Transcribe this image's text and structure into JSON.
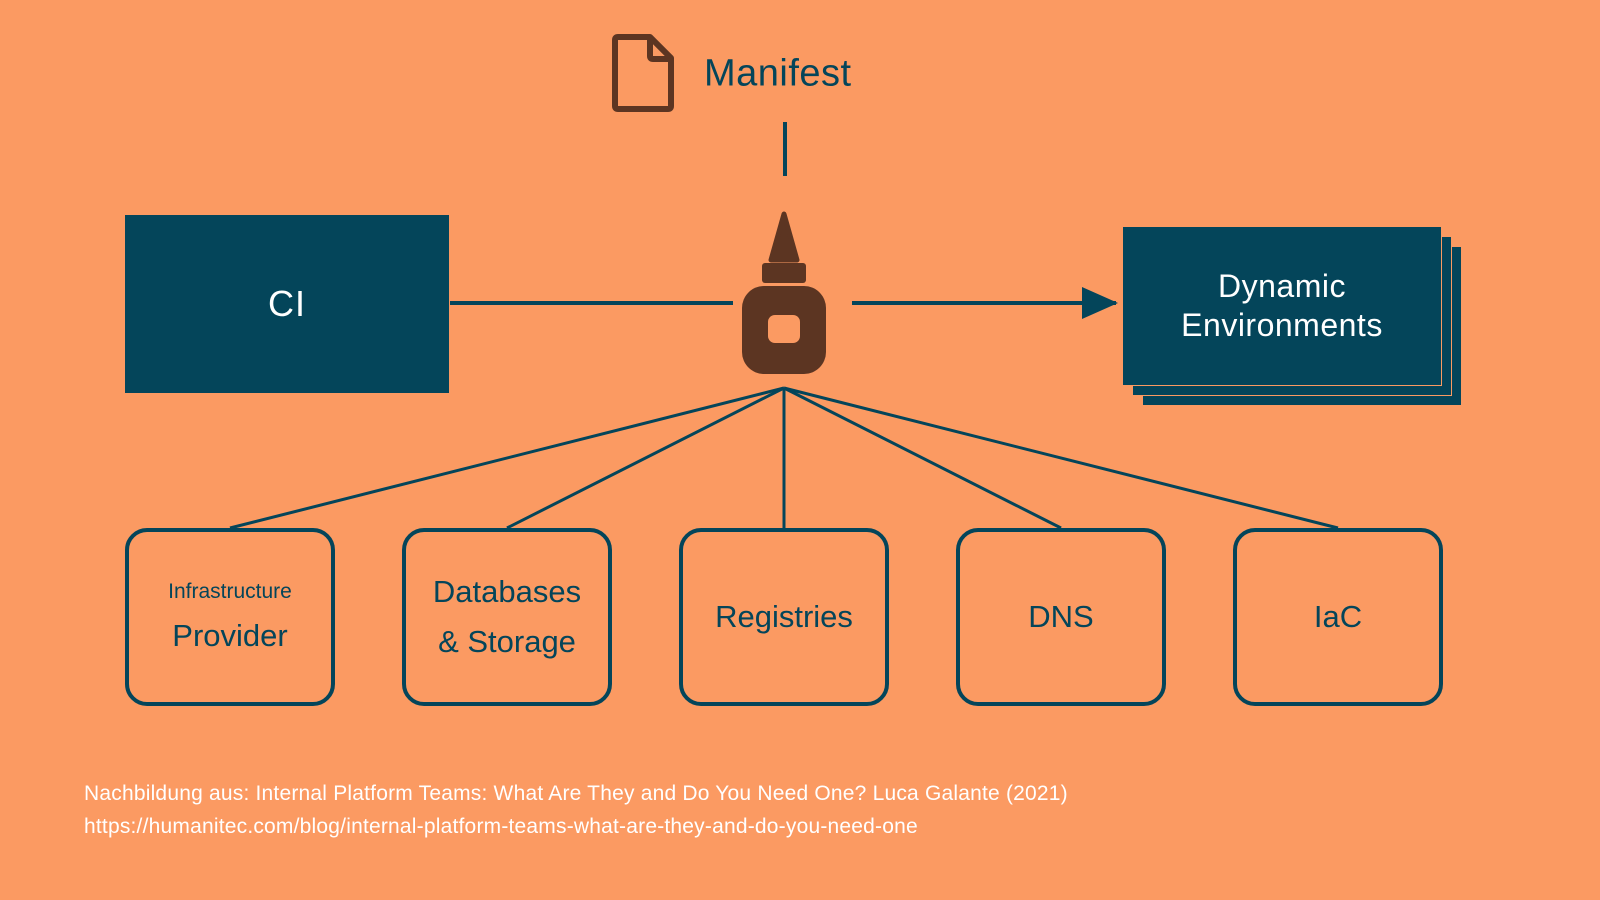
{
  "colors": {
    "background": "#FB9A62",
    "dark_teal": "#04455A",
    "brown": "#5C3522",
    "white": "#FFFFFF"
  },
  "manifest": {
    "icon": "document-icon",
    "label": "Manifest"
  },
  "glue": {
    "icon": "glue-bottle-icon"
  },
  "ci": {
    "label": "CI"
  },
  "dynamic_environments": {
    "line1": "Dynamic",
    "line2": "Environments",
    "stack_count": 3
  },
  "leaf_boxes": [
    {
      "name": "infrastructure-provider",
      "line1": "Infrastructure",
      "line2": "Provider",
      "line1_size": "small"
    },
    {
      "name": "databases-storage",
      "line1": "Databases",
      "line2": "& Storage",
      "line1_size": "big"
    },
    {
      "name": "registries",
      "line1": "Registries",
      "line2": "",
      "line1_size": "big"
    },
    {
      "name": "dns",
      "line1": "DNS",
      "line2": "",
      "line1_size": "big"
    },
    {
      "name": "iac",
      "line1": "IaC",
      "line2": "",
      "line1_size": "big"
    }
  ],
  "caption": {
    "line1": "Nachbildung aus: Internal Platform Teams: What Are They and Do You Need One? Luca Galante (2021)",
    "line2": "https://humanitec.com/blog/internal-platform-teams-what-are-they-and-do-you-need-one"
  }
}
